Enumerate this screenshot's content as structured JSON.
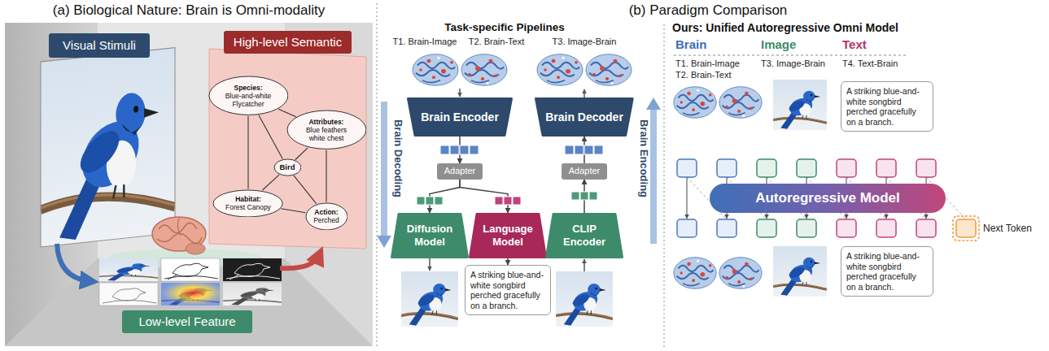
{
  "diagram": {
    "nodes": [
      {
        "text": [
          "Visual Stimuli"
        ]
      },
      {
        "text": [
          "High-level Semantic"
        ]
      },
      {
        "text": [
          "Species:",
          "Blue-and-white Flycatcher"
        ],
        "in": 1
      },
      {
        "text": [
          "Attributes:",
          "Blue feathers white chest"
        ],
        "in": 1
      },
      {
        "text": [
          "Bird"
        ],
        "in": 1
      },
      {
        "text": [
          "Habitat:",
          "Forest Canopy"
        ],
        "in": 1
      },
      {
        "text": [
          "Action:",
          "Perched"
        ],
        "in": 1
      },
      {
        "text": [
          "Low-level Feature"
        ]
      },
      {
        "text": [
          "Brain Encoder"
        ]
      },
      {
        "text": [
          "Brain Decoder"
        ]
      },
      {
        "text": [
          "Adapter"
        ]
      },
      {
        "text": [
          "Adapter"
        ]
      },
      {
        "text": [
          "Diffusion Model"
        ]
      },
      {
        "text": [
          "Language Model"
        ]
      },
      {
        "text": [
          "CLIP Encoder"
        ]
      },
      {
        "text": [
          "A striking blue-and-white songbird perched gracefully on a branch."
        ]
      },
      {
        "text": [
          "A striking blue-and-white songbird perched gracefully on a branch."
        ]
      },
      {
        "text": [
          "Autoregressive Model"
        ]
      },
      {
        "text": [
          "A striking blue-and-white songbird perched gracefully on a branch."
        ]
      }
    ],
    "edges": [
      {
        "from": 4,
        "to": 2,
        "arrow": "none"
      },
      {
        "from": 4,
        "to": 3,
        "arrow": "none"
      },
      {
        "from": 4,
        "to": 5,
        "arrow": "none"
      },
      {
        "from": 4,
        "to": 6,
        "arrow": "none"
      },
      {
        "from": 2,
        "to": 3,
        "arrow": "none"
      },
      {
        "from": 2,
        "to": 5,
        "arrow": "none"
      },
      {
        "from": 3,
        "to": 6,
        "arrow": "none"
      },
      {
        "from": 5,
        "to": 6,
        "arrow": "none"
      },
      {
        "from": 8,
        "to": 10,
        "arrow": "to"
      },
      {
        "from": 10,
        "to": 12,
        "arrow": "to"
      },
      {
        "from": 10,
        "to": 13,
        "arrow": "to"
      },
      {
        "from": 13,
        "to": 15,
        "arrow": "to"
      },
      {
        "from": 14,
        "to": 11,
        "arrow": "to"
      },
      {
        "from": 11,
        "to": 9,
        "arrow": "to"
      }
    ],
    "labels": [
      "(a) Biological Nature: Brain is Omni-modality",
      "(b) Paradigm Comparison",
      "Task-specific Pipelines",
      "T1. Brain-Image",
      "T2. Brain-Text",
      "T3. Image-Brain",
      "Brain Decoding",
      "Brain Encoding",
      "Ours: Unified Autoregressive Omni Model",
      "Brain",
      "Image",
      "Text",
      "T1. Brain-Image",
      "T2. Brain-Text",
      "T3. Image-Brain",
      "T4. Text-Brain",
      "Next Token"
    ]
  }
}
